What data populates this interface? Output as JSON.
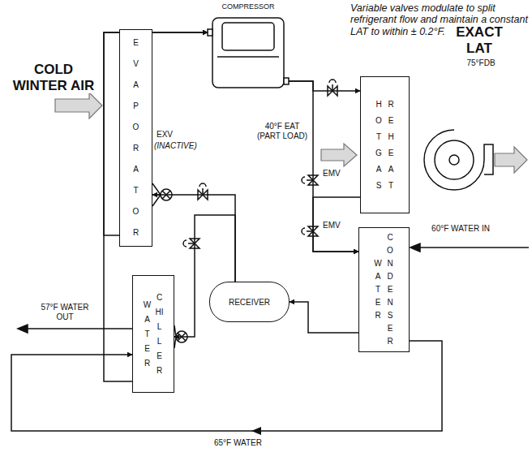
{
  "diagram": {
    "nodes": [
      {
        "text": [
          "COMPRESSOR"
        ]
      },
      {
        "text": [
          "EVAPORATOR"
        ]
      },
      {
        "text": [
          "HOT GAS",
          "REHEAT"
        ]
      },
      {
        "text": [
          "WATER",
          "CHILLER"
        ]
      },
      {
        "text": [
          "WATER",
          "CONDENSER"
        ]
      },
      {
        "text": [
          "RECEIVER"
        ]
      }
    ],
    "edges": [
      {
        "from": 0,
        "to": 2,
        "arrow": "to"
      },
      {
        "from": 0,
        "to": 4,
        "arrow": "to"
      },
      {
        "from": 2,
        "to": 4,
        "arrow": "to"
      },
      {
        "from": 4,
        "to": 5,
        "arrow": "to"
      },
      {
        "from": 5,
        "to": 1,
        "arrow": "to"
      },
      {
        "from": 5,
        "to": 3,
        "arrow": "to"
      },
      {
        "from": 1,
        "to": 0,
        "arrow": "to"
      },
      {
        "from": 3,
        "to": 0,
        "arrow": "to"
      },
      {
        "from": 4,
        "to": 3,
        "label": "65°F WATER",
        "arrow": "to"
      }
    ],
    "labels": [
      "Variable valves modulate to split refrigerant flow and maintain a constant LAT to within ± 0.2°F.",
      "COLD WINTER AIR",
      "EXACT LAT",
      "75°FDB",
      "EXV",
      "(INACTIVE)",
      "40°F EAT (PART LOAD)",
      "EMV",
      "EMV",
      "57°F WATER OUT",
      "60°F WATER IN"
    ]
  }
}
